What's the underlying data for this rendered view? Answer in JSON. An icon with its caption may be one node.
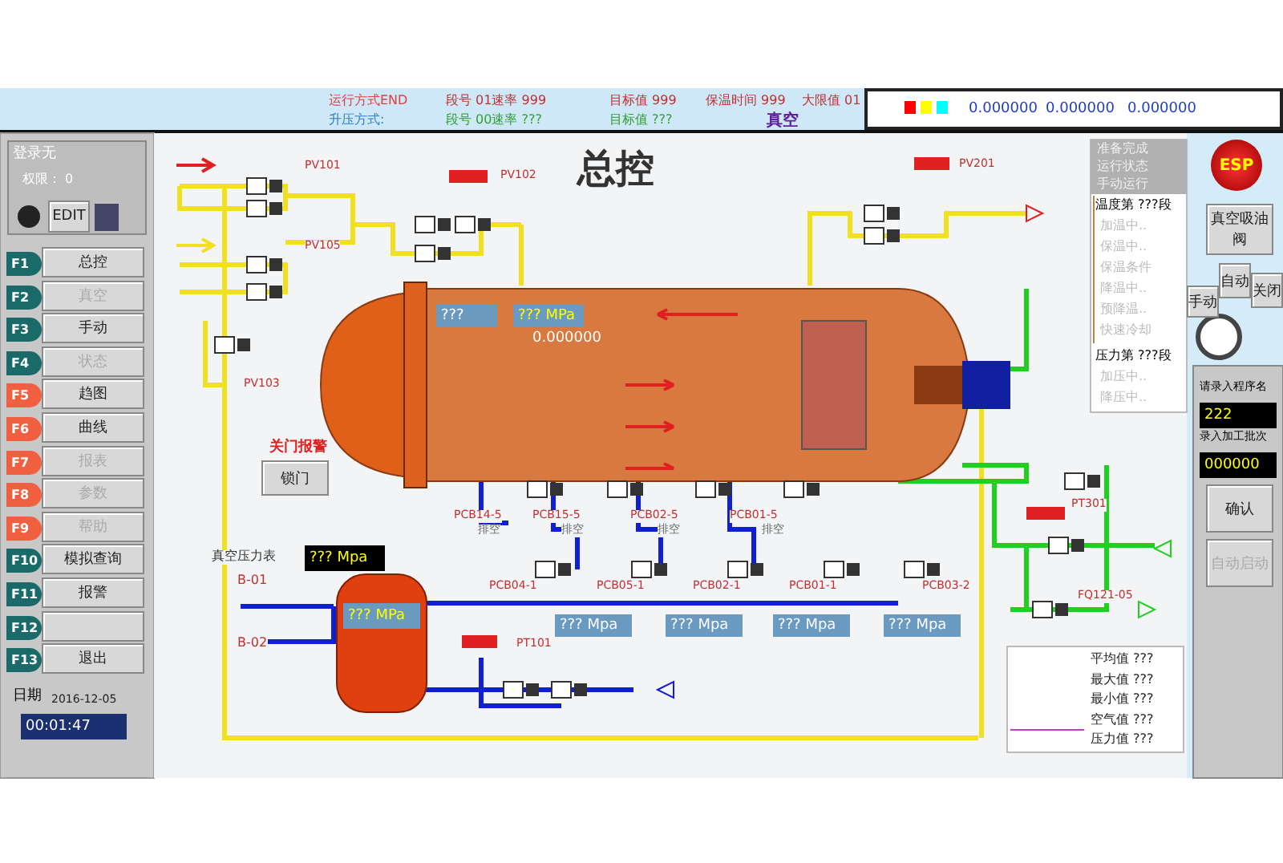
{
  "diagram": {
    "title": "总控",
    "labels": [
      "运行方式END",
      "段号 01速率 999",
      "目标值 999",
      "保温时间 999",
      "大限值 01",
      "升压方式:",
      "段号 00速率 ???",
      "目标值 ???",
      "真空",
      "0.000000",
      "0.000000",
      "0.000000",
      "登录无",
      "权限： 0",
      "EDIT",
      "F1",
      "总控",
      "F2",
      "真空",
      "F3",
      "手动",
      "F4",
      "状态",
      "F5",
      "趋图",
      "F6",
      "曲线",
      "F7",
      "报表",
      "F8",
      "参数",
      "F9",
      "帮助",
      "F10",
      "模拟查询",
      "F11",
      "报警",
      "F12",
      "F13",
      "退出",
      "日期",
      "2016-12-05",
      "00:01:47",
      "PV101",
      "PV105",
      "PV102",
      "PV201",
      "PV103",
      "???",
      "??? MPa",
      "0.000000",
      "关门报警",
      "锁门",
      "PCB14-5",
      "排空",
      "PCB15-5",
      "排空",
      "PCB02-5",
      "排空",
      "PCB01-5",
      "排空",
      "真空压力表",
      "??? Mpa",
      "B-01",
      "PCB04-1",
      "PCB05-1",
      "PCB02-1",
      "PCB01-1",
      "PCB03-2",
      "B-02",
      "??? MPa",
      "??? Mpa",
      "??? Mpa",
      "??? Mpa",
      "??? Mpa",
      "PT101",
      "PT301",
      "FQ121-05",
      "准备完成",
      "运行状态",
      "手动运行",
      "温度第 ???段",
      "加温中..",
      "保温中..",
      "保温条件",
      "降温中..",
      "预降温..",
      "快速冷却",
      "压力第 ???段",
      "加压中..",
      "降压中..",
      "ESP",
      "真空吸油阀",
      "自动",
      "手动",
      "关闭",
      "请录入程序名",
      "222",
      "录入加工批次",
      "000000",
      "确认",
      "自动启动",
      "平均值 ???",
      "最大值 ???",
      "最小值 ???",
      "空气值 ???",
      "压力值 ???"
    ]
  }
}
